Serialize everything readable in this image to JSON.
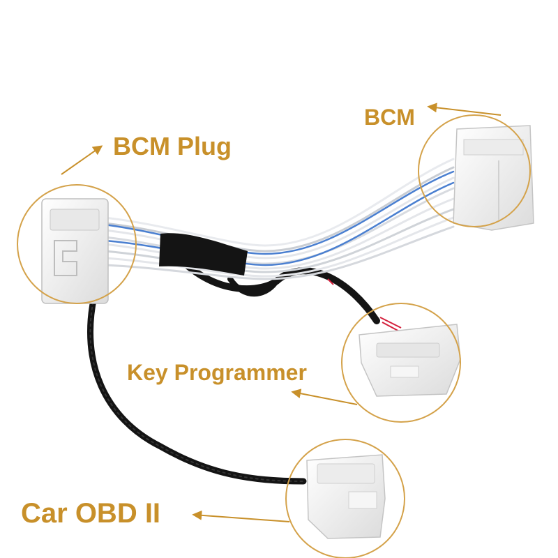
{
  "labels": {
    "bcm": "BCM",
    "bcm_plug": "BCM Plug",
    "key_programmer": "Key Programmer",
    "car_obd": "Car OBD II"
  },
  "colors": {
    "label_gold": "#c8902a",
    "callout_ring": "#d4a24a",
    "cable_black": "#141414",
    "wire_white": "#e4e6ea",
    "wire_blue": "#4a7fd0",
    "wire_red": "#d4203c",
    "connector_white": "#f2f2f2"
  },
  "icons": [
    "arrow-icon"
  ]
}
